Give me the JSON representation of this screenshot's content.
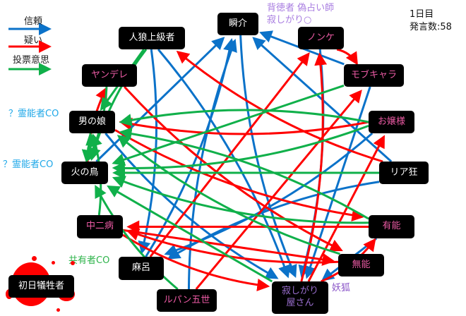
{
  "legend": [
    {
      "label": "信頼",
      "color": "#0b72c9"
    },
    {
      "label": "疑い",
      "color": "#ff0000"
    },
    {
      "label": "投票意思",
      "color": "#10b04a"
    }
  ],
  "info": {
    "day": "1日目",
    "posts": "発言数:58"
  },
  "notes": {
    "top_line1": "背徳者 偽占い師",
    "top_line2": "寂しがり○",
    "medium_co_1": "？霊能者CO",
    "medium_co_2": "？霊能者CO",
    "mason_co": "共有者CO",
    "fox": "妖狐"
  },
  "nodes": {
    "shunsuke": "瞬介",
    "nonke": "ノンケ",
    "mob": "モブキャラ",
    "jinro": "人狼上級者",
    "yandere": "ヤンデレ",
    "otoko": "男の娘",
    "hinotori": "火の鳥",
    "ojou": "お嬢様",
    "riakyo": "リア狂",
    "yuunou": "有能",
    "chuuni": "中二病",
    "munou": "無能",
    "maro": "麻呂",
    "lupin": "ルパン五世",
    "sabishi": "寂しがり屋さん",
    "victim": "初日犠牲者"
  },
  "edges": [
    {
      "from": "jinro",
      "to": "sabishi",
      "type": "trust"
    },
    {
      "from": "hinotori",
      "to": "shunsuke",
      "type": "trust"
    },
    {
      "from": "maro",
      "to": "shunsuke",
      "type": "trust"
    },
    {
      "from": "lupin",
      "to": "shunsuke",
      "type": "trust"
    },
    {
      "from": "mob",
      "to": "shunsuke",
      "type": "trust"
    },
    {
      "from": "shunsuke",
      "to": "sabishi",
      "type": "trust"
    },
    {
      "from": "nonke",
      "to": "sabishi",
      "type": "trust"
    },
    {
      "from": "riakyo",
      "to": "shunsuke",
      "type": "trust"
    },
    {
      "from": "riakyo",
      "to": "maro",
      "type": "trust"
    },
    {
      "from": "ojou",
      "to": "maro",
      "type": "trust"
    },
    {
      "from": "yuunou",
      "to": "sabishi",
      "type": "trust"
    },
    {
      "from": "otoko",
      "to": "sabishi",
      "type": "trust"
    },
    {
      "from": "jinro",
      "to": "maro",
      "type": "trust"
    },
    {
      "from": "mob",
      "to": "sabishi",
      "type": "trust"
    },
    {
      "from": "yandere",
      "to": "munou",
      "type": "doubt"
    },
    {
      "from": "riakyo",
      "to": "jinro",
      "type": "doubt"
    },
    {
      "from": "maro",
      "to": "nonke",
      "type": "doubt"
    },
    {
      "from": "sabishi",
      "to": "nonke",
      "type": "doubt"
    },
    {
      "from": "nonke",
      "to": "mob",
      "type": "doubt"
    },
    {
      "from": "sabishi",
      "to": "ojou",
      "type": "doubt"
    },
    {
      "from": "sabishi",
      "to": "yuunou",
      "type": "doubt"
    },
    {
      "from": "munou",
      "to": "chuuni",
      "type": "doubt"
    },
    {
      "from": "yuunou",
      "to": "chuuni",
      "type": "doubt"
    },
    {
      "from": "chuuni",
      "to": "sabishi",
      "type": "doubt"
    },
    {
      "from": "hinotori",
      "to": "yandere",
      "type": "doubt"
    },
    {
      "from": "lupin",
      "to": "mob",
      "type": "doubt"
    },
    {
      "from": "otoko",
      "to": "yuunou",
      "type": "doubt"
    },
    {
      "from": "ojou",
      "to": "otoko",
      "type": "doubt"
    },
    {
      "from": "chuuni",
      "to": "munou",
      "type": "doubt"
    },
    {
      "from": "jinro",
      "to": "hinotori",
      "type": "vote"
    },
    {
      "from": "yandere",
      "to": "hinotori",
      "type": "vote"
    },
    {
      "from": "jinro",
      "to": "otoko",
      "type": "vote"
    },
    {
      "from": "ojou",
      "to": "otoko",
      "type": "vote"
    },
    {
      "from": "ojou",
      "to": "hinotori",
      "type": "vote"
    },
    {
      "from": "riakyo",
      "to": "hinotori",
      "type": "vote"
    },
    {
      "from": "yuunou",
      "to": "otoko",
      "type": "vote"
    },
    {
      "from": "yuunou",
      "to": "hinotori",
      "type": "vote"
    },
    {
      "from": "mob",
      "to": "hinotori",
      "type": "vote"
    },
    {
      "from": "chuuni",
      "to": "otoko",
      "type": "vote"
    },
    {
      "from": "lupin",
      "to": "hinotori",
      "type": "vote"
    },
    {
      "from": "otoko",
      "to": "hinotori",
      "type": "vote"
    },
    {
      "from": "hinotori",
      "to": "otoko",
      "type": "vote"
    },
    {
      "from": "munou",
      "to": "otoko",
      "type": "vote"
    },
    {
      "from": "sabishi",
      "to": "hinotori",
      "type": "vote"
    }
  ]
}
